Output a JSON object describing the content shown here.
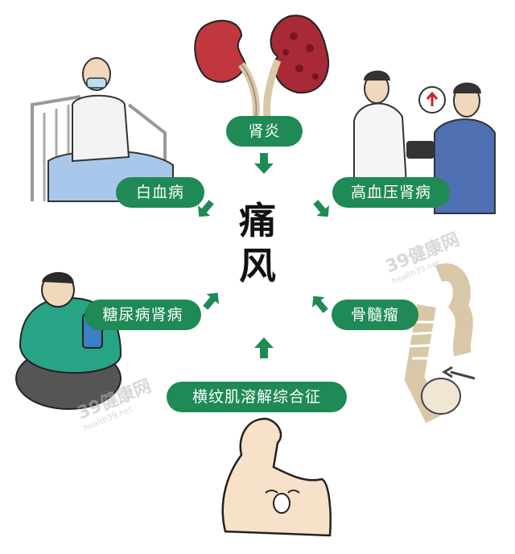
{
  "center": {
    "line1": "痛",
    "line2": "风"
  },
  "causes": {
    "nephritis": "肾炎",
    "leukemia": "白血病",
    "hypertensive_nephropathy": "高血压肾病",
    "diabetic_nephropathy": "糖尿病肾病",
    "myeloma": "骨髓瘤",
    "rhabdomyolysis": "横纹肌溶解综合征"
  },
  "watermark": {
    "brand": "39健康网",
    "url": "health39.net"
  },
  "colors": {
    "pill": "#1f8a56",
    "arrow": "#1f8a56",
    "kidney": "#c0373f"
  }
}
